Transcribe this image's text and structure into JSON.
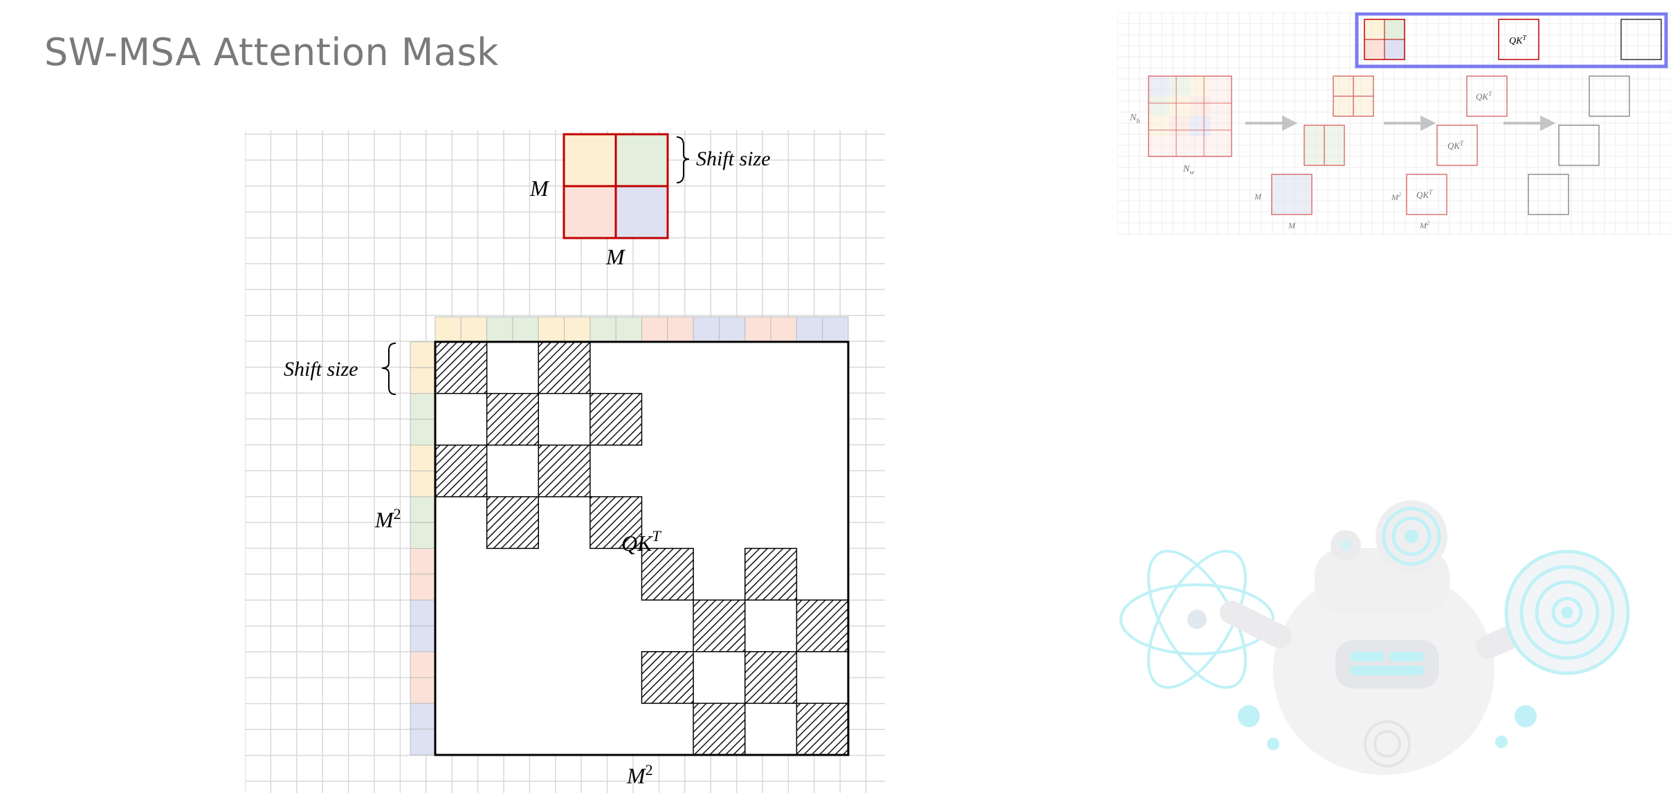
{
  "title": "SW-MSA Attention Mask",
  "diagram": {
    "window_labels": {
      "side": "M",
      "bottom": "M",
      "shift": "Shift size"
    },
    "matrix_labels": {
      "row_shift": "Shift size",
      "rows": "M",
      "rows_sup": "2",
      "cols": "M",
      "cols_sup": "2",
      "center": "QK",
      "center_sup": "T"
    },
    "colors": {
      "yellow": "#fdf0d2",
      "green": "#e3eedc",
      "pink": "#fbe1d8",
      "blue": "#dde1f2",
      "window_border": "#c00000",
      "grid": "#d9d9d9",
      "hatch": "#111111"
    },
    "top_strip": [
      "yellow",
      "yellow",
      "green",
      "green",
      "yellow",
      "yellow",
      "green",
      "green",
      "pink",
      "pink",
      "blue",
      "blue",
      "pink",
      "pink",
      "blue",
      "blue"
    ],
    "left_strip": [
      "yellow",
      "yellow",
      "green",
      "green",
      "yellow",
      "yellow",
      "green",
      "green",
      "pink",
      "pink",
      "blue",
      "blue",
      "pink",
      "pink",
      "blue",
      "blue"
    ],
    "masked_blocks": [
      [
        1,
        0,
        1,
        0,
        0,
        0,
        0,
        0
      ],
      [
        0,
        1,
        0,
        1,
        0,
        0,
        0,
        0
      ],
      [
        1,
        0,
        1,
        0,
        0,
        0,
        0,
        0
      ],
      [
        0,
        1,
        0,
        1,
        0,
        0,
        0,
        0
      ],
      [
        0,
        0,
        0,
        0,
        1,
        0,
        1,
        0
      ],
      [
        0,
        0,
        0,
        0,
        0,
        1,
        0,
        1
      ],
      [
        0,
        0,
        0,
        0,
        1,
        0,
        1,
        0
      ],
      [
        0,
        0,
        0,
        0,
        0,
        1,
        0,
        1
      ]
    ]
  },
  "mini_diagram": {
    "nh": "N",
    "nh_sub": "h",
    "nw": "N",
    "nw_sub": "w",
    "qk": "QK",
    "qk_sup": "T",
    "m": "M",
    "m2": "M",
    "m2_sup": "2",
    "highlight_color": "#7b7bf0"
  },
  "robot": {
    "icon": "robot-illustration",
    "accent": "#8ee7f0"
  }
}
